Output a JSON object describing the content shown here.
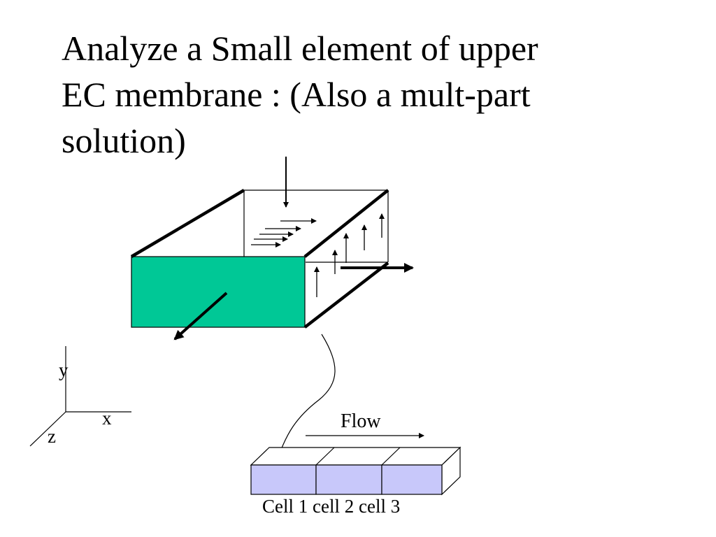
{
  "title_lines": [
    "Analyze a Small element of upper",
    "EC membrane : (Also a mult-part",
    "solution)"
  ],
  "axes": {
    "y": "y",
    "x": "x",
    "z": "z"
  },
  "flow_label": "Flow",
  "cells": [
    "Cell 1",
    "cell 2",
    "cell 3"
  ],
  "colors": {
    "front_face": "#00C896",
    "cell_fill": "#C8C8FA",
    "line": "#000000"
  }
}
